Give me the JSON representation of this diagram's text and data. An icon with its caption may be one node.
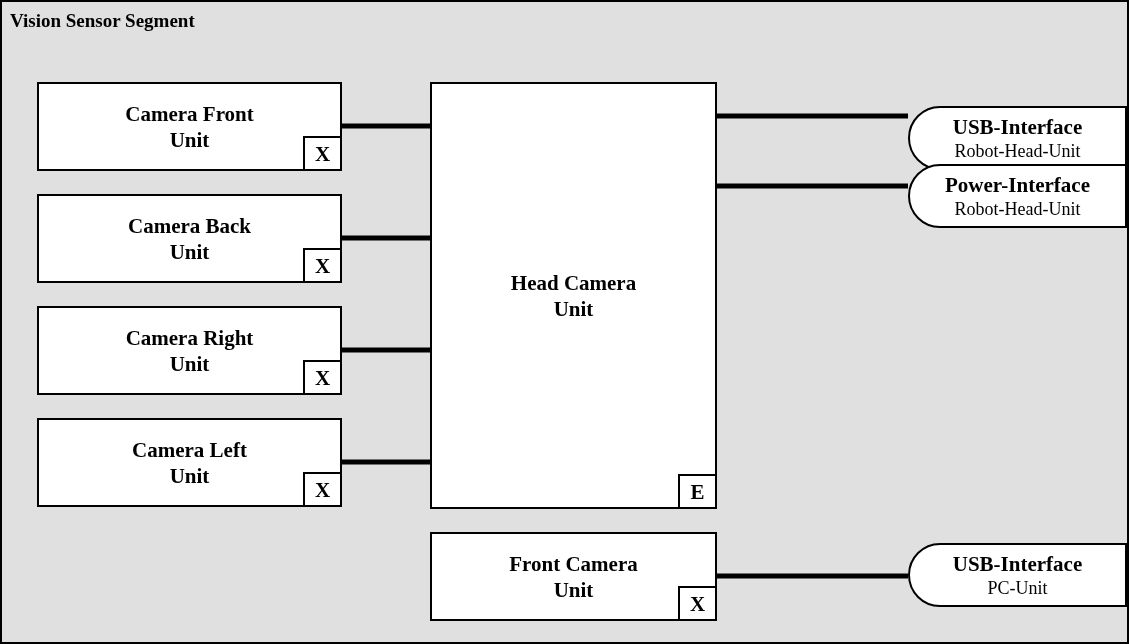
{
  "diagram": {
    "nodes": [
      {
        "text": [
          "Vision Sensor Segment"
        ]
      },
      {
        "text": [
          "Camera Front Unit"
        ],
        "in": 0
      },
      {
        "text": [
          "X"
        ],
        "in": 1
      },
      {
        "text": [
          "Camera Back Unit"
        ],
        "in": 0
      },
      {
        "text": [
          "X"
        ],
        "in": 3
      },
      {
        "text": [
          "Camera Right Unit"
        ],
        "in": 0
      },
      {
        "text": [
          "X"
        ],
        "in": 5
      },
      {
        "text": [
          "Camera Left Unit"
        ],
        "in": 0
      },
      {
        "text": [
          "X"
        ],
        "in": 7
      },
      {
        "text": [
          "Head Camera Unit"
        ],
        "in": 0
      },
      {
        "text": [
          "E"
        ],
        "in": 9
      },
      {
        "text": [
          "USB-Interface",
          "Robot-Head-Unit"
        ],
        "in": 0
      },
      {
        "text": [
          "Power-Interface",
          "Robot-Head-Unit"
        ],
        "in": 0
      },
      {
        "text": [
          "Front Camera Unit"
        ],
        "in": 0
      },
      {
        "text": [
          "X"
        ],
        "in": 13
      },
      {
        "text": [
          "USB-Interface",
          "PC-Unit"
        ],
        "in": 0
      }
    ],
    "edges": [
      {
        "from": 1,
        "to": 9,
        "arrow": "none"
      },
      {
        "from": 3,
        "to": 9,
        "arrow": "none"
      },
      {
        "from": 5,
        "to": 9,
        "arrow": "none"
      },
      {
        "from": 7,
        "to": 9,
        "arrow": "none"
      },
      {
        "from": 9,
        "to": 11,
        "arrow": "none"
      },
      {
        "from": 9,
        "to": 12,
        "arrow": "none"
      },
      {
        "from": 13,
        "to": 15,
        "arrow": "none"
      }
    ]
  }
}
